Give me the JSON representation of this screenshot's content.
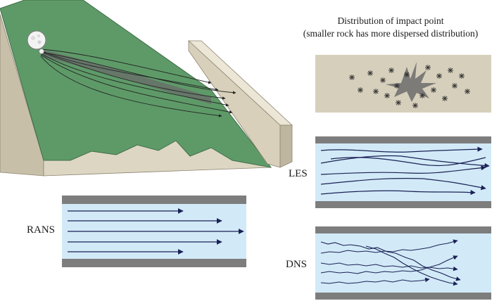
{
  "impact": {
    "title_line1": "Distribution of impact point",
    "title_line2": "(smaller rock has more dispersed distribution)"
  },
  "panels": {
    "rans": {
      "label": "RANS"
    },
    "les": {
      "label": "LES"
    },
    "dns": {
      "label": "DNS"
    }
  },
  "colors": {
    "slope_green": "#5e9a68",
    "slope_edge": "#3f6e47",
    "rock_face": "#d9d2bf",
    "wall_face": "#ddd5c1",
    "pipe_gray": "#7d7d7d",
    "fluid_blue": "#d2eaf7",
    "streamline": "#1a2156",
    "trajectory": "#222222",
    "impact_panel": "#d6cfbb"
  }
}
